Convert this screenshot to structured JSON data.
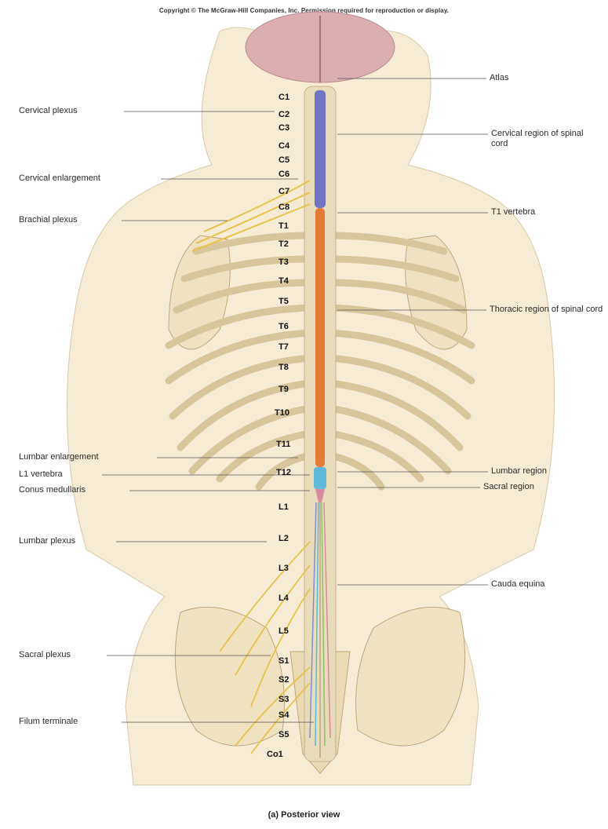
{
  "copyright": "Copyright © The McGraw-Hill Companies, Inc. Permission required for reproduction or display.",
  "caption": "(a) Posterior view",
  "left_labels": [
    {
      "id": "cervical-plexus",
      "text": "Cervical plexus"
    },
    {
      "id": "cervical-enlargement",
      "text": "Cervical enlargement"
    },
    {
      "id": "brachial-plexus",
      "text": "Brachial plexus"
    },
    {
      "id": "lumbar-enlargement",
      "text": "Lumbar enlargement"
    },
    {
      "id": "l1-vertebra",
      "text": "L1 vertebra"
    },
    {
      "id": "conus-medullaris",
      "text": "Conus medullaris"
    },
    {
      "id": "lumbar-plexus",
      "text": "Lumbar plexus"
    },
    {
      "id": "sacral-plexus",
      "text": "Sacral plexus"
    },
    {
      "id": "filum-terminale",
      "text": "Filum terminale"
    }
  ],
  "right_labels": [
    {
      "id": "atlas",
      "text": "Atlas"
    },
    {
      "id": "cervical-region",
      "text": "Cervical region of spinal cord"
    },
    {
      "id": "t1-vertebra",
      "text": "T1 vertebra"
    },
    {
      "id": "thoracic-region",
      "text": "Thoracic region of spinal cord"
    },
    {
      "id": "lumbar-region",
      "text": "Lumbar region"
    },
    {
      "id": "sacral-region",
      "text": "Sacral region"
    },
    {
      "id": "cauda-equina",
      "text": "Cauda equina"
    }
  ],
  "segments": [
    "C1",
    "C2",
    "C3",
    "C4",
    "C5",
    "C6",
    "C7",
    "C8",
    "T1",
    "T2",
    "T3",
    "T4",
    "T5",
    "T6",
    "T7",
    "T8",
    "T9",
    "T10",
    "T11",
    "T12",
    "L1",
    "L2",
    "L3",
    "L4",
    "L5",
    "S1",
    "S2",
    "S3",
    "S4",
    "S5",
    "Co1"
  ],
  "colors": {
    "cervical": "#6f74c4",
    "thoracic": "#e27a38",
    "lumbar": "#5fb8d8",
    "sacral": "#d98aa0",
    "bone": "#efe3c6",
    "bone_edge": "#b9a77e",
    "skin": "#f5ead2",
    "nerve": "#e8c24a",
    "brain": "#d9aab0"
  }
}
